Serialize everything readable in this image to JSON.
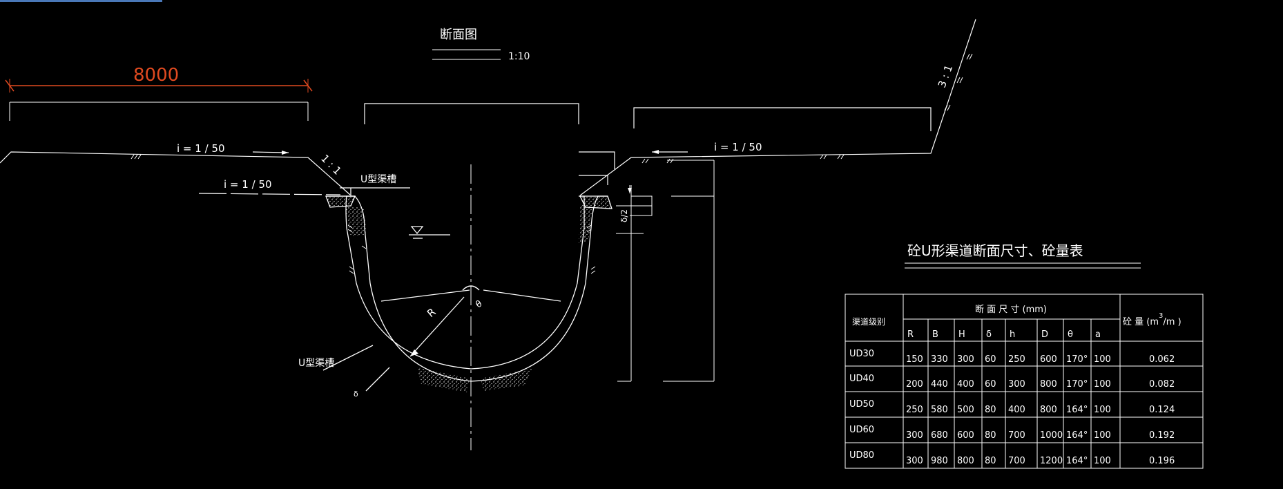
{
  "drawing": {
    "section_title": "断面图",
    "scale": "1:10",
    "span_dimension": "8000",
    "slope_left_top": "i = 1 / 50",
    "slope_left_bottom": "i = 1 / 50",
    "slope_right_top": "i = 1 / 50",
    "side_slope_left": "1 : 1",
    "side_slope_right": "3 : 1",
    "label_u_channel_top": "U型渠槽",
    "label_u_channel_bottom": "U型渠槽",
    "label_R": "R",
    "label_theta": "θ",
    "label_delta": "δ",
    "label_dim_vertical": "δ/2"
  },
  "table": {
    "title": "砼U形渠道断面尺寸、砼量表",
    "header_grade": "渠道级别",
    "header_dims": "断 面 尺 寸 (mm)",
    "header_volume_prefix": "砼 量 (m",
    "header_volume_sup": "3",
    "header_volume_suffix": "/m )",
    "columns": [
      "R",
      "B",
      "H",
      "δ",
      "h",
      "D",
      "θ",
      "a"
    ],
    "rows": [
      {
        "grade": "UD30",
        "vals": [
          "150",
          "330",
          "300",
          "60",
          "250",
          "600",
          "170°",
          "100"
        ],
        "volume": "0.062"
      },
      {
        "grade": "UD40",
        "vals": [
          "200",
          "440",
          "400",
          "60",
          "300",
          "800",
          "170°",
          "100"
        ],
        "volume": "0.082"
      },
      {
        "grade": "UD50",
        "vals": [
          "250",
          "580",
          "500",
          "80",
          "400",
          "800",
          "164°",
          "100"
        ],
        "volume": "0.124"
      },
      {
        "grade": "UD60",
        "vals": [
          "300",
          "680",
          "600",
          "80",
          "700",
          "1000",
          "164°",
          "100"
        ],
        "volume": "0.192"
      },
      {
        "grade": "UD80",
        "vals": [
          "300",
          "980",
          "800",
          "80",
          "700",
          "1200",
          "164°",
          "100"
        ],
        "volume": "0.196"
      }
    ]
  },
  "colors": {
    "background": "#000000",
    "lines": "#ffffff",
    "dimension": "#e04a20"
  }
}
